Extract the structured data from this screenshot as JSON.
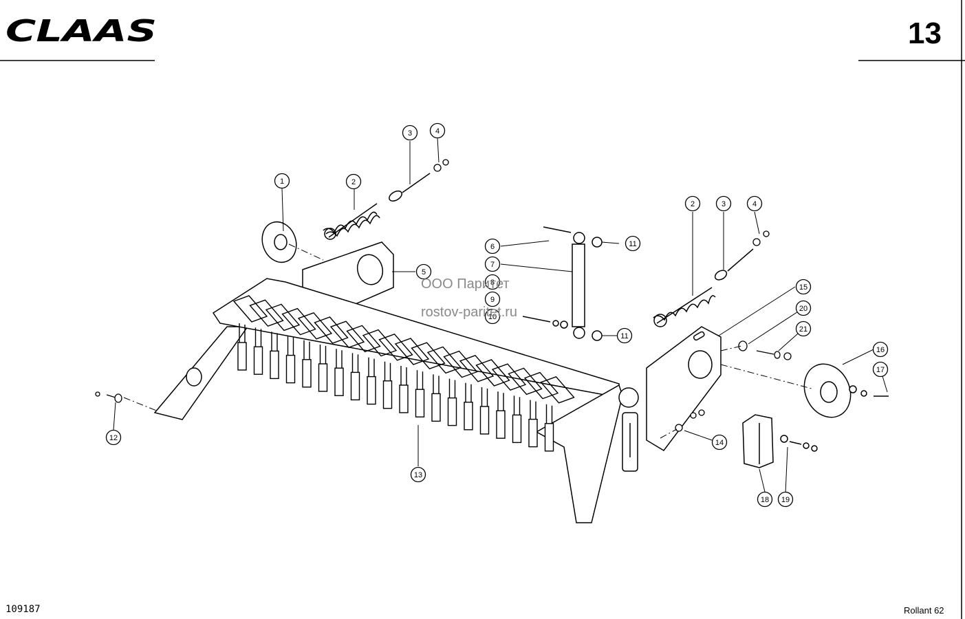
{
  "header": {
    "brand": "CLAAS",
    "page_number": "13"
  },
  "footer": {
    "drawing_number": "109187",
    "model": "Rollant 62"
  },
  "watermark": {
    "line1": "ООО Паритет",
    "line2": "rostov-paritet.ru"
  },
  "callouts": [
    "1",
    "2",
    "3",
    "4",
    "2",
    "3",
    "4",
    "5",
    "6",
    "7",
    "8",
    "9",
    "10",
    "11",
    "11",
    "12",
    "13",
    "14",
    "15",
    "16",
    "17",
    "18",
    "19",
    "20",
    "21"
  ]
}
